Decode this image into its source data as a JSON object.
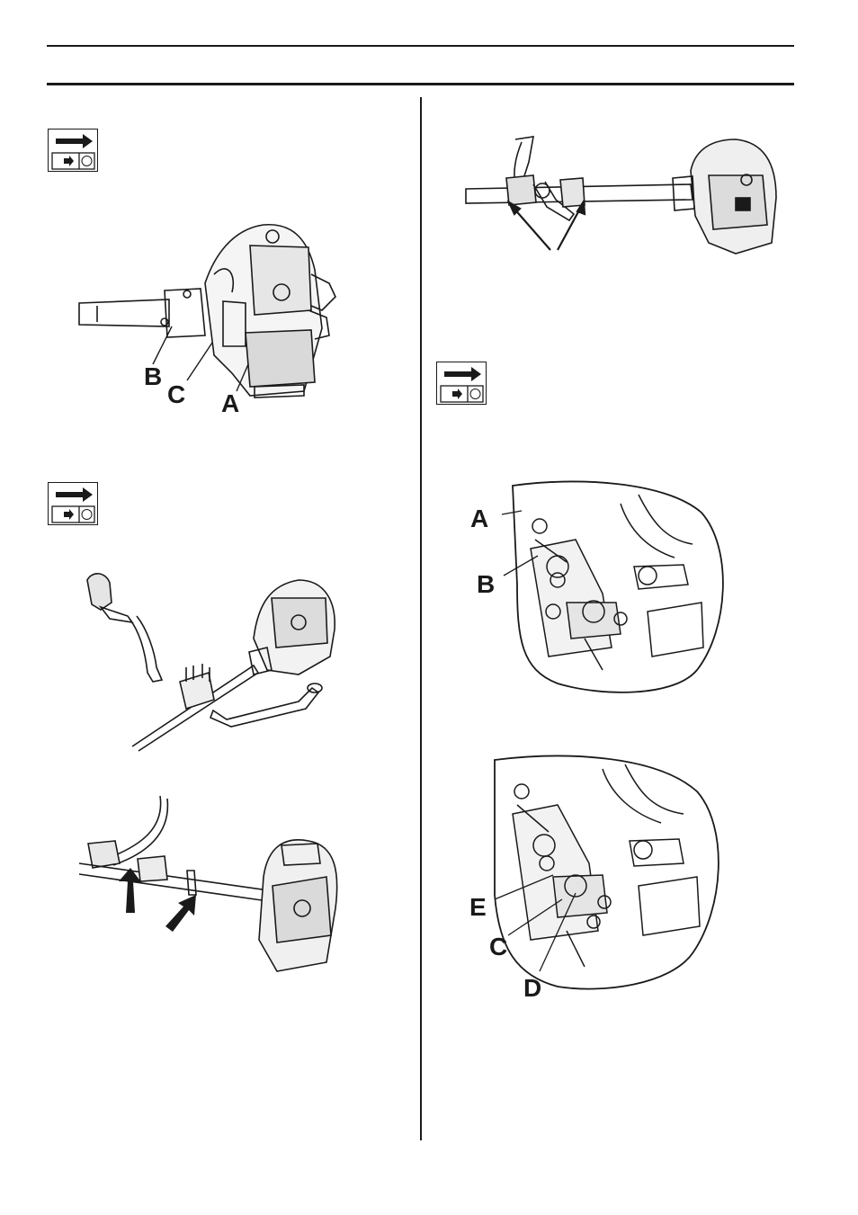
{
  "figures": {
    "engine_side": {
      "labels": [
        "B",
        "C",
        "A"
      ]
    },
    "carburettor_top": {
      "labels": [
        "A",
        "B"
      ]
    },
    "carburettor_bottom": {
      "labels": [
        "E",
        "C",
        "D"
      ]
    }
  },
  "icons": {
    "stop_icon": "stop-engine-icon",
    "arrow": "right-arrow-icon",
    "stop_symbol": "stop-symbol"
  },
  "colors": {
    "ink": "#1a1a1a",
    "paper": "#ffffff",
    "gray": "#777777"
  }
}
